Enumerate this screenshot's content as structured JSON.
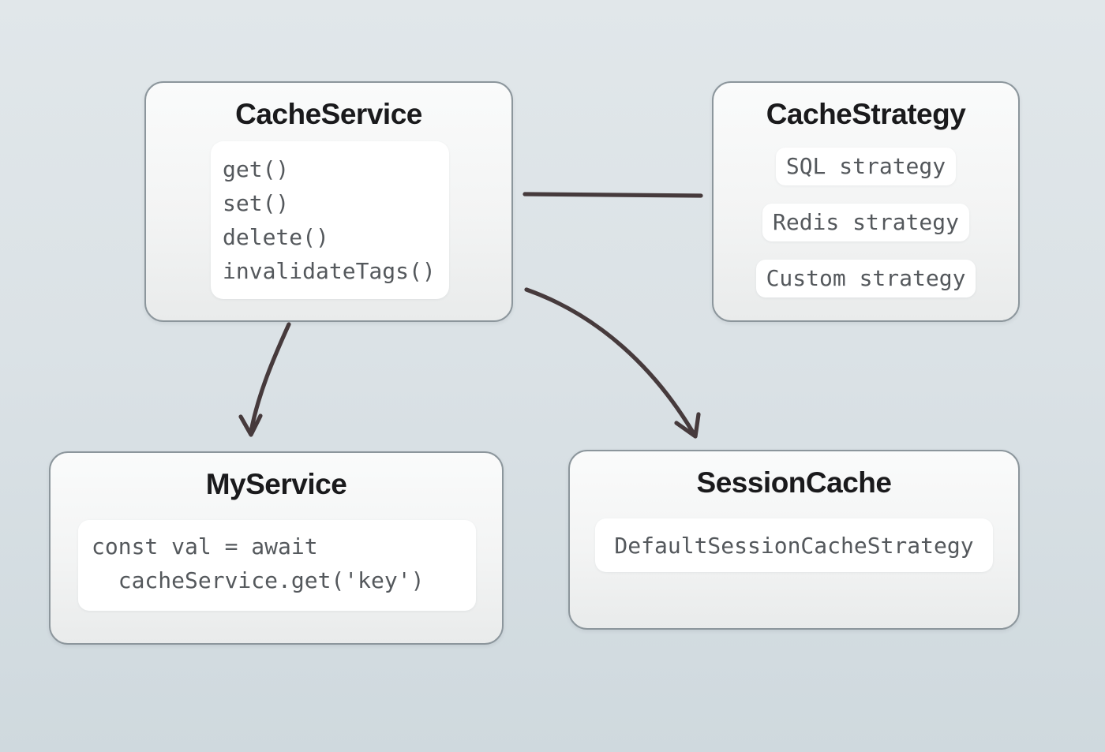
{
  "colors": {
    "background_top": "#e1e7ea",
    "background_bottom": "#cfd9de",
    "box_border": "#8c969c",
    "title_text": "#1a1a1c",
    "code_text": "#54585c",
    "arrow": "#463a3c",
    "inner_bg": "#ffffff"
  },
  "nodes": {
    "cache_service": {
      "title": "CacheService",
      "methods": [
        "get()",
        "set()",
        "delete()",
        "invalidateTags()"
      ]
    },
    "cache_strategy": {
      "title": "CacheStrategy",
      "strategies": [
        "SQL strategy",
        "Redis strategy",
        "Custom strategy"
      ]
    },
    "my_service": {
      "title": "MyService",
      "code_lines": [
        "const val = await",
        "  cacheService.get('key')"
      ]
    },
    "session_cache": {
      "title": "SessionCache",
      "value": "DefaultSessionCacheStrategy"
    }
  },
  "edges": [
    {
      "from": "CacheService",
      "to": "CacheStrategy",
      "style": "plain-line"
    },
    {
      "from": "CacheService",
      "to": "MyService",
      "style": "curved-arrow"
    },
    {
      "from": "CacheService",
      "to": "SessionCache",
      "style": "curved-arrow"
    }
  ]
}
